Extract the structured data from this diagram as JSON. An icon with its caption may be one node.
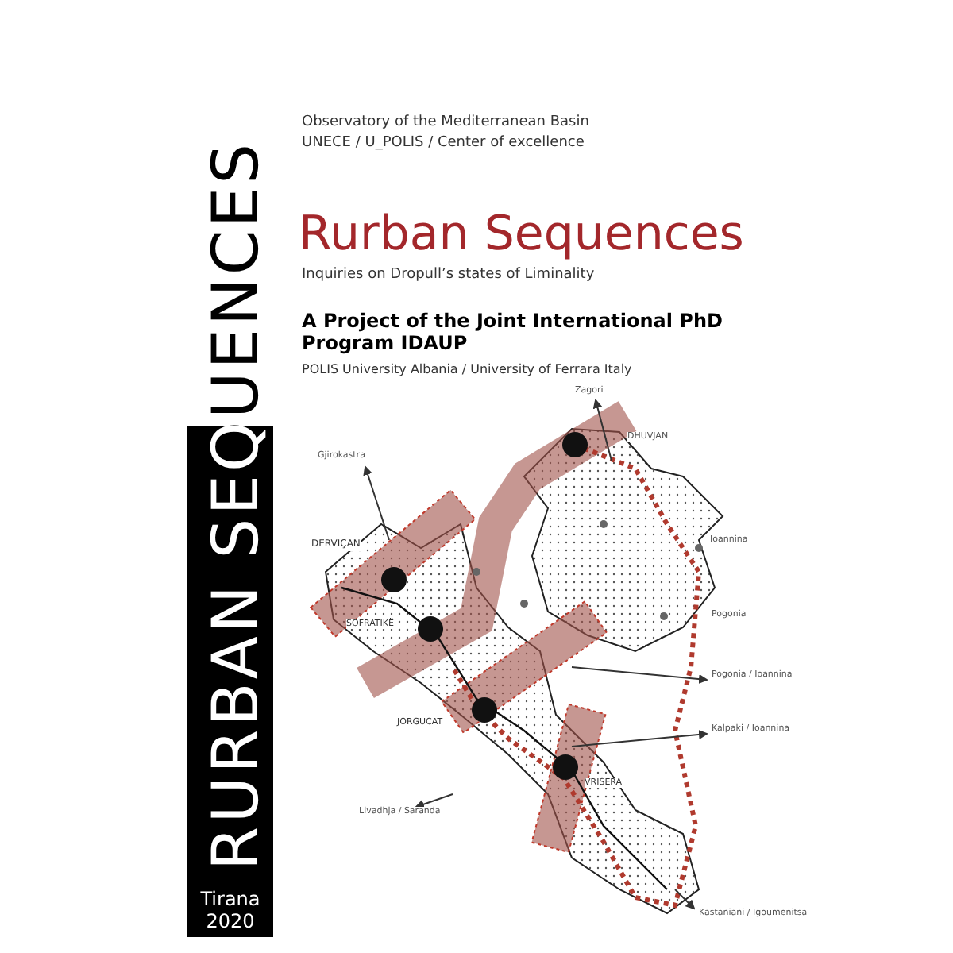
{
  "diagram": {
    "title": "Rurban Sequences",
    "labels": [
      "RURBAN SEQUENCES",
      "Observatory of the Mediterranean Basin",
      "UNECE / U_POLIS / Center of excellence",
      "Inquiries on Dropull’s states of Liminality",
      "A Project of the Joint International PhD Program IDAUP",
      "POLIS University Albania / University of Ferrara Italy",
      "Zagori",
      "Gjirokastra",
      "DHUVJAN",
      "Ioannina",
      "DERVIÇAN",
      "Pogonia",
      "SOFRATIKË",
      "JORGUCAT",
      "Pogonia / Ioannina",
      "Kalpaki / Ioannina",
      "VRISERA",
      "Livadhja / Saranda",
      "Kastaniani / Igoumenitsa",
      "Tirana 2020"
    ]
  }
}
